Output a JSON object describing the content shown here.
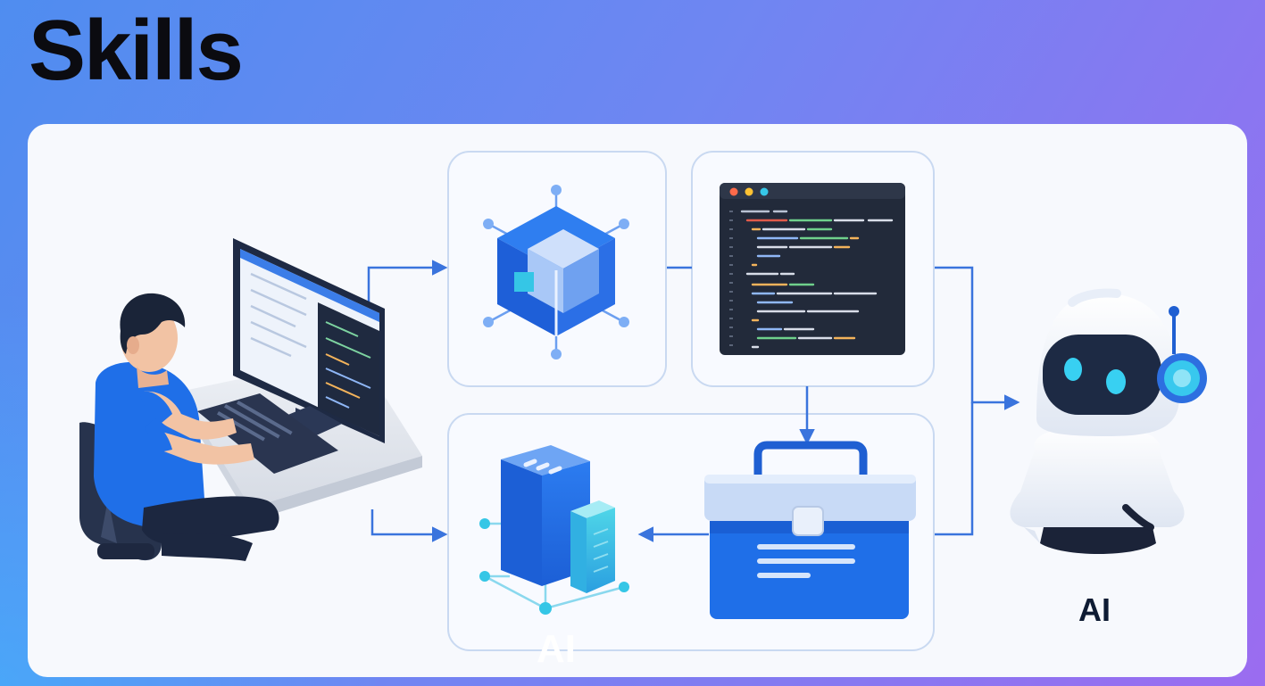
{
  "title": "Skills",
  "robot_label": "AI",
  "server_label": "AI",
  "colors": {
    "primary_blue": "#1f6fe8",
    "light_blue": "#9fc3f6",
    "cyan": "#35c6e6",
    "dark_navy": "#1d2a44",
    "code_bg": "#222a3a",
    "panel_bg": "#f7f9fd"
  },
  "diagram": {
    "nodes": [
      {
        "id": "developer",
        "icon": "developer-at-computer-icon"
      },
      {
        "id": "cube",
        "icon": "3d-cube-network-icon"
      },
      {
        "id": "code",
        "icon": "code-editor-icon"
      },
      {
        "id": "ai-server",
        "icon": "ai-server-icon"
      },
      {
        "id": "toolbox",
        "icon": "toolbox-icon"
      },
      {
        "id": "robot",
        "icon": "ai-robot-icon"
      }
    ],
    "edges": [
      {
        "from": "developer",
        "to": "cube"
      },
      {
        "from": "developer",
        "to": "ai-server"
      },
      {
        "from": "cube",
        "to": "code"
      },
      {
        "from": "code",
        "to": "toolbox"
      },
      {
        "from": "toolbox",
        "to": "ai-server"
      },
      {
        "from": "code",
        "to": "robot"
      },
      {
        "from": "toolbox",
        "to": "robot"
      }
    ]
  }
}
